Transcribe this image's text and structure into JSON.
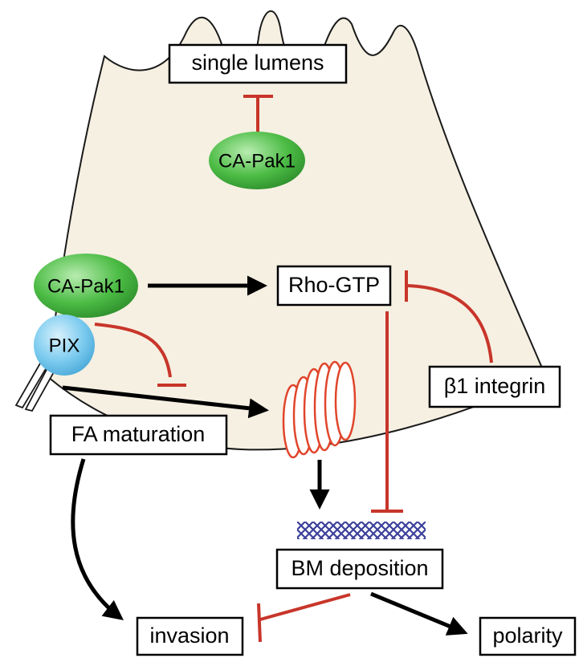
{
  "colors": {
    "cell_fill": "#f6f0e2",
    "cell_stroke": "#1a1a1a",
    "activation": "#000000",
    "inhibition": "#c8352a",
    "pak1_green": "#3fae3f",
    "pix_blue": "#6ec6ee",
    "integrin_coil": "#e0452b",
    "basement_membrane": "#3a3f9a"
  },
  "labels": {
    "single_lumens": "single lumens",
    "rho_gtp": "Rho-GTP",
    "b1_integrin": "β1 integrin",
    "fa_maturation": "FA maturation",
    "bm_deposition": "BM deposition",
    "invasion": "invasion",
    "polarity": "polarity"
  },
  "molecules": {
    "pak1_top": "CA-Pak1",
    "pak1_left": "CA-Pak1",
    "pix": "PIX"
  },
  "icons": [
    "cell-membrane",
    "integrin-coil-icon",
    "basement-membrane-mesh-icon",
    "focal-adhesion-filopodia-icon"
  ]
}
